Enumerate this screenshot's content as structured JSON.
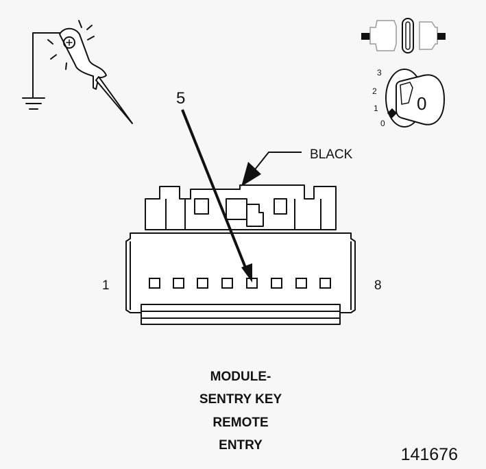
{
  "diagram": {
    "pin_callout": "5",
    "wire_color_label": "BLACK",
    "pin_first": "1",
    "pin_last": "8",
    "ignition_positions": [
      "3",
      "2",
      "1",
      "0"
    ],
    "ignition_key_label": "0",
    "test_light_icon": "test-lamp-probe-icon",
    "connector_icon": "connector-separated-icon",
    "ignition_icon": "ignition-key-icon",
    "title_lines": [
      "MODULE-",
      "SENTRY KEY",
      "REMOTE",
      "ENTRY"
    ],
    "figure_number": "141676"
  }
}
